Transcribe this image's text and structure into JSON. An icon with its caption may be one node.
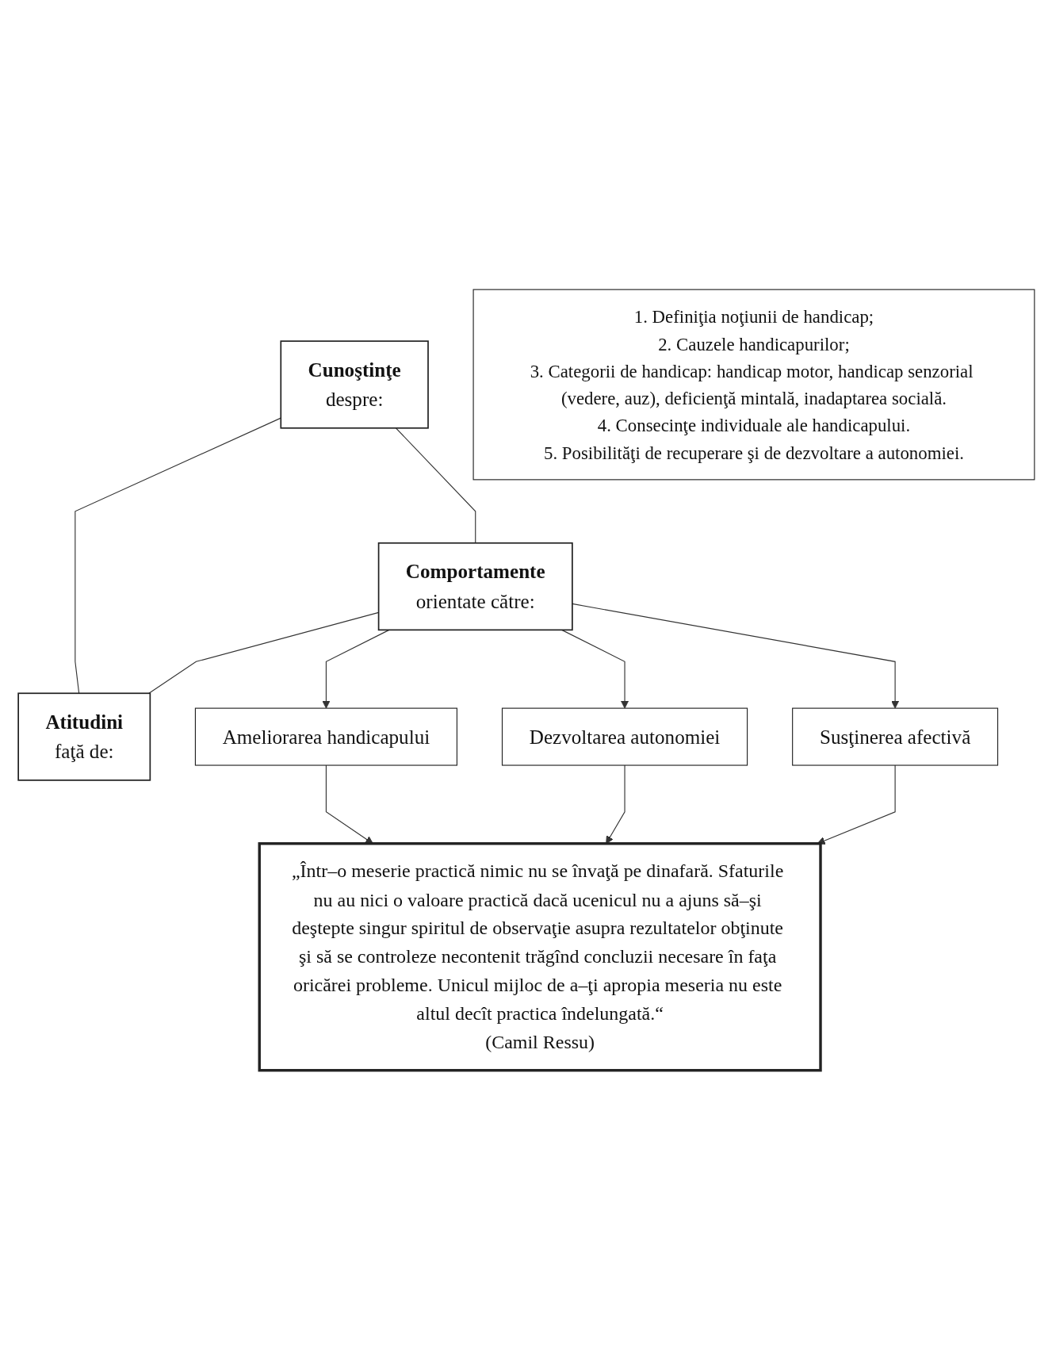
{
  "diagram": {
    "nodes": [
      {
        "text": [
          "Cunoştinţe",
          "despre:"
        ]
      },
      {
        "text": [
          "Atitudini",
          "faţă de:"
        ]
      },
      {
        "text": [
          "1. Definiţia noţiunii de handicap;",
          "2. Cauzele handicapurilor;",
          "3. Categorii de handicap: handicap motor, handicap senzorial (vedere, auz), deficienţă mintală, inadaptarea socială.",
          "4. Consecinţe individuale ale handicapului.",
          "5. Posibilităţi de recuperare şi de dezvoltare a autonomiei."
        ]
      },
      {
        "text": [
          "Comportamente",
          "orientate către:"
        ]
      },
      {
        "text": [
          "Ameliorarea handicapului"
        ]
      },
      {
        "text": [
          "Dezvoltarea autonomiei"
        ]
      },
      {
        "text": [
          "Susţinerea afectivă"
        ]
      },
      {
        "text": [
          "„Într–o meserie practică nimic nu se învaţă pe dinafară. Sfaturile nu au nici o valoare practică dacă ucenicul nu a ajuns să–şi deştepte singur spiritul de observaţie asupra rezultatelor obţinute şi să se controleze necontenit trăgînd concluzii necesare în faţa oricărei probleme. Unicul mijloc de a–ţi apropia meseria nu este altul decît practica îndelungată.“",
          "(Camil Ressu)"
        ]
      }
    ],
    "edges": [
      {
        "from": 0,
        "to": 1,
        "arrow": "none"
      },
      {
        "from": 0,
        "to": 3,
        "arrow": "none"
      },
      {
        "from": 3,
        "to": 1,
        "arrow": "none"
      },
      {
        "from": 3,
        "to": 4,
        "arrow": "to"
      },
      {
        "from": 3,
        "to": 5,
        "arrow": "to"
      },
      {
        "from": 3,
        "to": 6,
        "arrow": "to"
      },
      {
        "from": 4,
        "to": 7,
        "arrow": "to"
      },
      {
        "from": 5,
        "to": 7,
        "arrow": "to"
      },
      {
        "from": 6,
        "to": 7,
        "arrow": "to"
      }
    ]
  }
}
